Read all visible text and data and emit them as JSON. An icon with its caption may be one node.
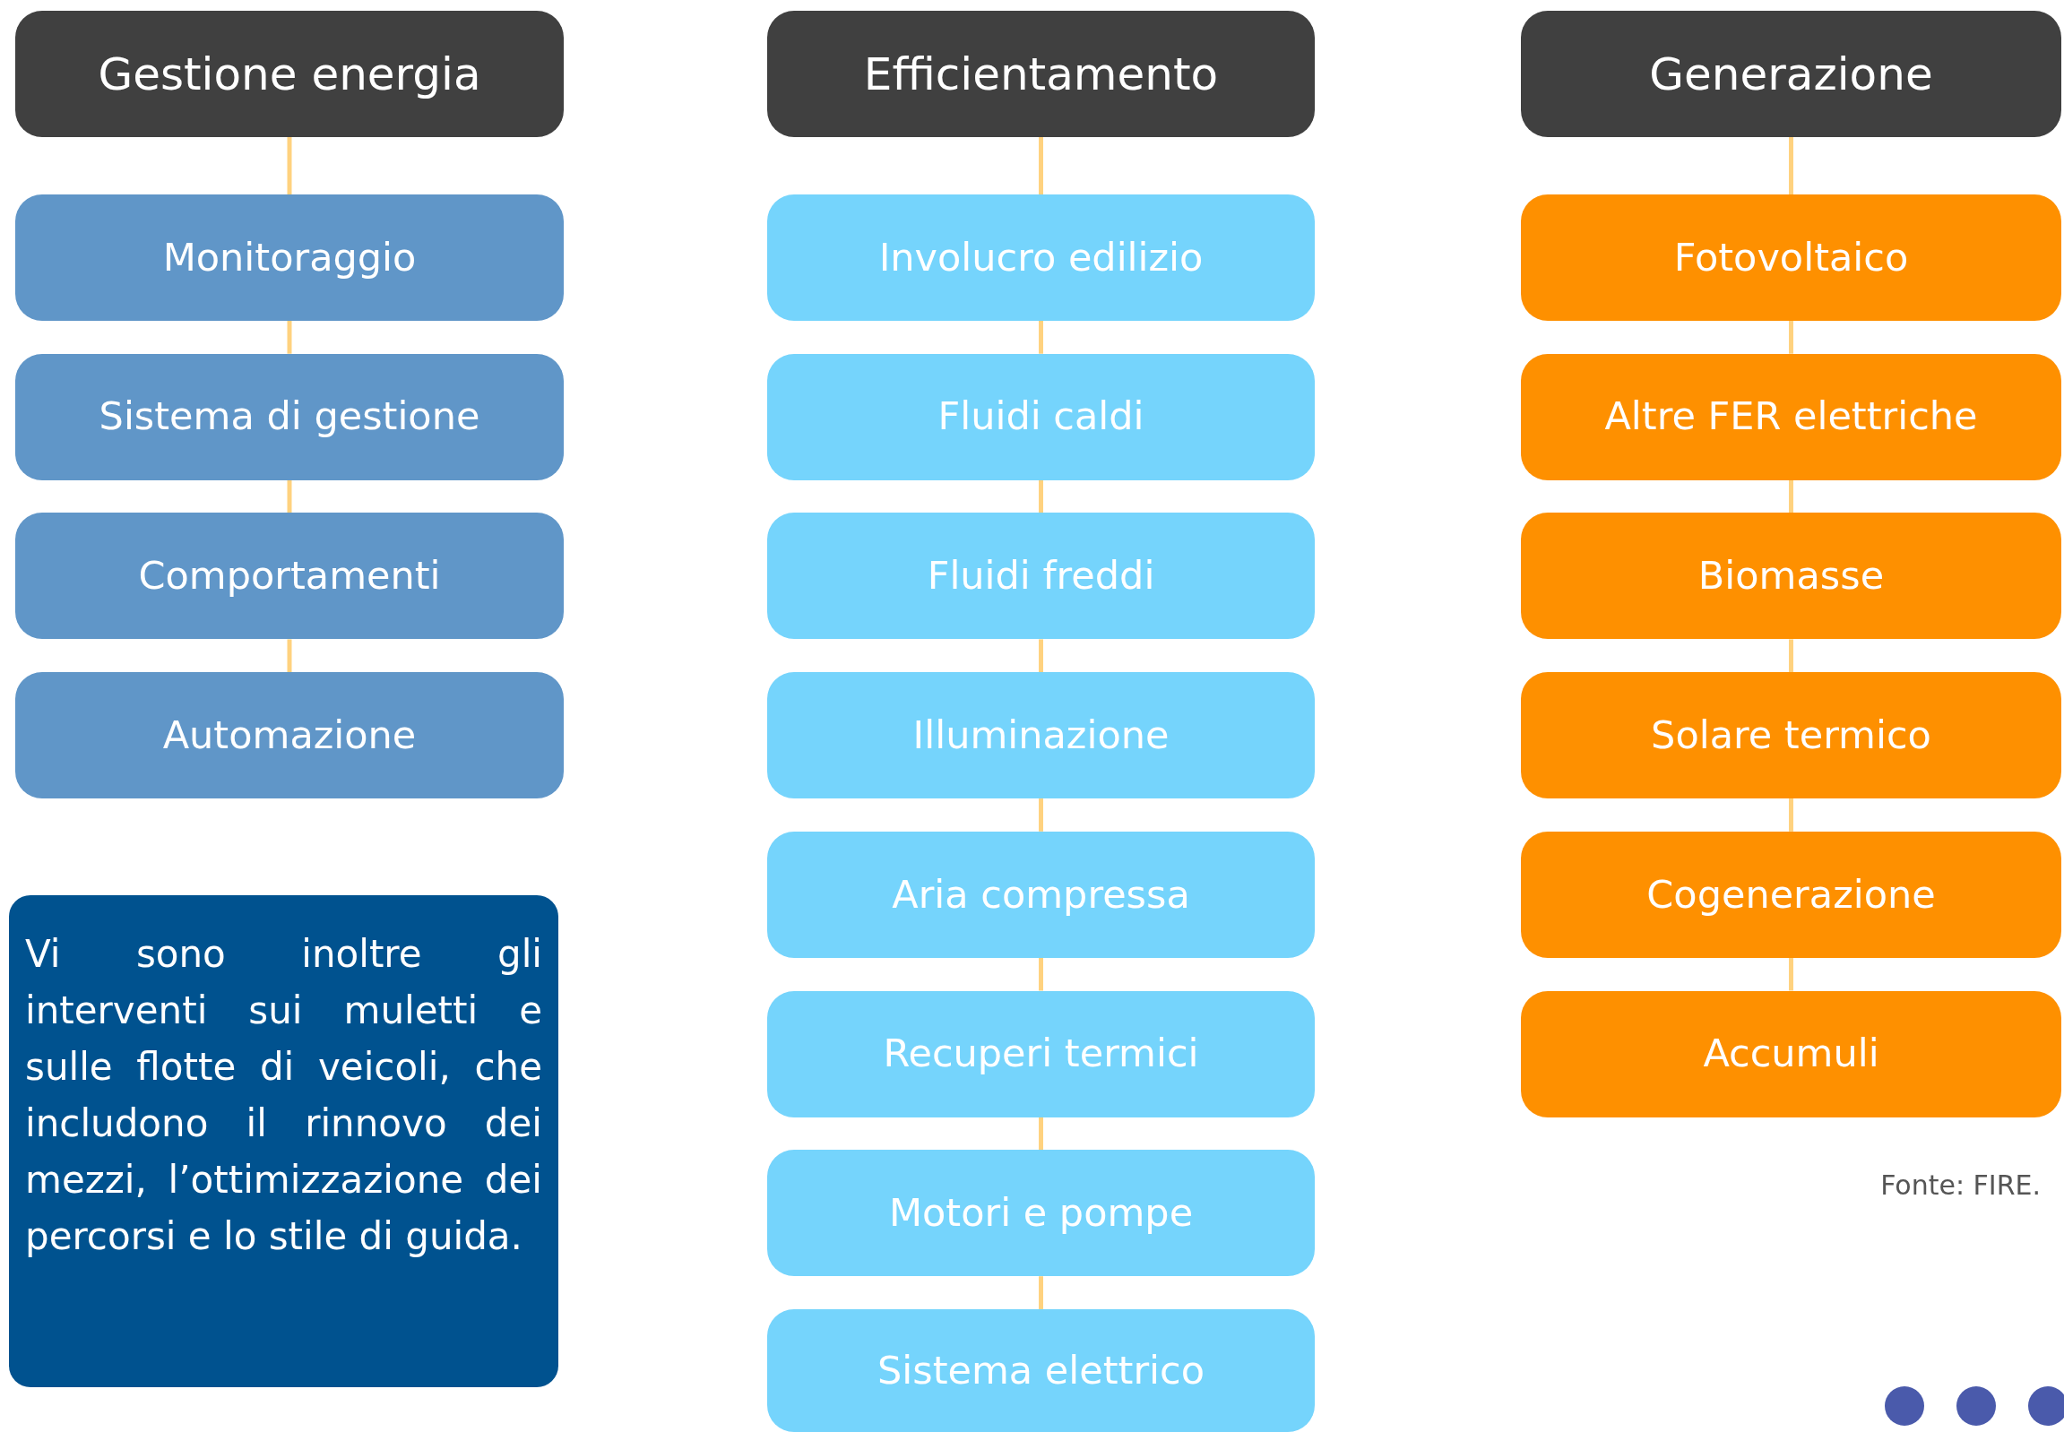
{
  "diagram": {
    "nodes": [
      {
        "text": [
          "Gestione energia"
        ]
      },
      {
        "text": [
          "Monitoraggio"
        ]
      },
      {
        "text": [
          "Sistema di gestione"
        ]
      },
      {
        "text": [
          "Comportamenti"
        ]
      },
      {
        "text": [
          "Automazione"
        ]
      },
      {
        "text": [
          "Efficientamento"
        ]
      },
      {
        "text": [
          "Involucro edilizio"
        ]
      },
      {
        "text": [
          "Fluidi caldi"
        ]
      },
      {
        "text": [
          "Fluidi freddi"
        ]
      },
      {
        "text": [
          "Illuminazione"
        ]
      },
      {
        "text": [
          "Aria compressa"
        ]
      },
      {
        "text": [
          "Recuperi termici"
        ]
      },
      {
        "text": [
          "Motori e pompe"
        ]
      },
      {
        "text": [
          "Sistema elettrico"
        ]
      },
      {
        "text": [
          "Generazione"
        ]
      },
      {
        "text": [
          "Fotovoltaico"
        ]
      },
      {
        "text": [
          "Altre FER elettriche"
        ]
      },
      {
        "text": [
          "Biomasse"
        ]
      },
      {
        "text": [
          "Solare termico"
        ]
      },
      {
        "text": [
          "Cogenerazione"
        ]
      },
      {
        "text": [
          "Accumuli"
        ]
      },
      {
        "text": [
          "Vi sono inoltre gli interventi sui muletti e sulle flotte di veicoli, che includono il rinnovo dei mezzi, l’ottimizzazione dei percorsi e lo stile di guida."
        ]
      }
    ],
    "edges": [
      {
        "from": 0,
        "to": 1,
        "arrow": "none"
      },
      {
        "from": 1,
        "to": 2,
        "arrow": "none"
      },
      {
        "from": 2,
        "to": 3,
        "arrow": "none"
      },
      {
        "from": 3,
        "to": 4,
        "arrow": "none"
      },
      {
        "from": 5,
        "to": 6,
        "arrow": "none"
      },
      {
        "from": 6,
        "to": 7,
        "arrow": "none"
      },
      {
        "from": 7,
        "to": 8,
        "arrow": "none"
      },
      {
        "from": 8,
        "to": 9,
        "arrow": "none"
      },
      {
        "from": 9,
        "to": 10,
        "arrow": "none"
      },
      {
        "from": 10,
        "to": 11,
        "arrow": "none"
      },
      {
        "from": 11,
        "to": 12,
        "arrow": "none"
      },
      {
        "from": 12,
        "to": 13,
        "arrow": "none"
      },
      {
        "from": 14,
        "to": 15,
        "arrow": "none"
      },
      {
        "from": 15,
        "to": 16,
        "arrow": "none"
      },
      {
        "from": 16,
        "to": 17,
        "arrow": "none"
      },
      {
        "from": 17,
        "to": 18,
        "arrow": "none"
      },
      {
        "from": 18,
        "to": 19,
        "arrow": "none"
      },
      {
        "from": 19,
        "to": 20,
        "arrow": "none"
      }
    ],
    "labels": [
      "Fonte: FIRE."
    ]
  }
}
